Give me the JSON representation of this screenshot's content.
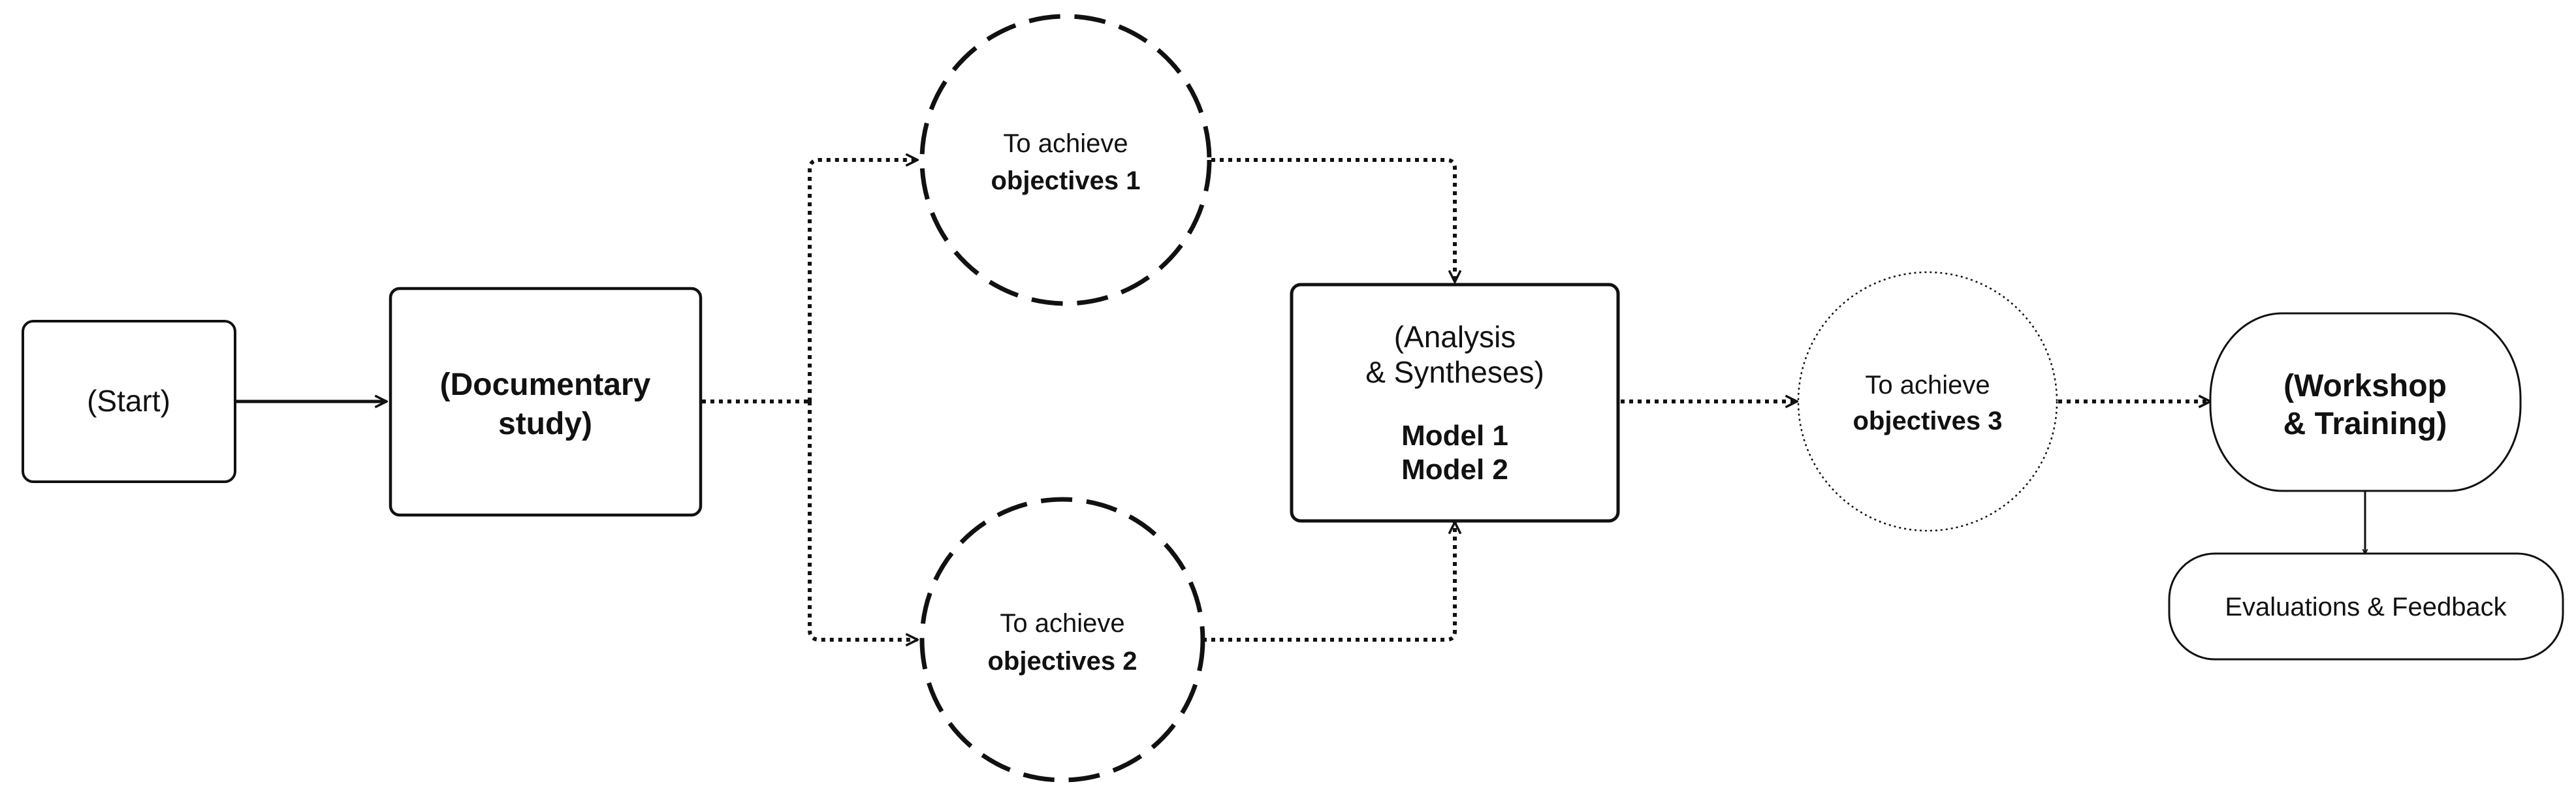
{
  "nodes": {
    "start": {
      "label": "(Start)"
    },
    "documentary": {
      "line1": "(Documentary",
      "line2": "study)"
    },
    "objectives1": {
      "line1": "To achieve",
      "line2": "objectives 1"
    },
    "objectives2": {
      "line1": "To achieve",
      "line2": "objectives 2"
    },
    "analysis": {
      "line1": "(Analysis",
      "line2": "& Syntheses)",
      "model1": "Model 1",
      "model2": "Model 2"
    },
    "objectives3": {
      "line1": "To achieve",
      "line2": "objectives 3"
    },
    "workshop": {
      "line1": "(Workshop",
      "line2": "& Training)"
    },
    "evaluations": {
      "label": "Evaluations & Feedback"
    }
  },
  "colors": {
    "stroke": "#111111",
    "background": "#ffffff"
  }
}
